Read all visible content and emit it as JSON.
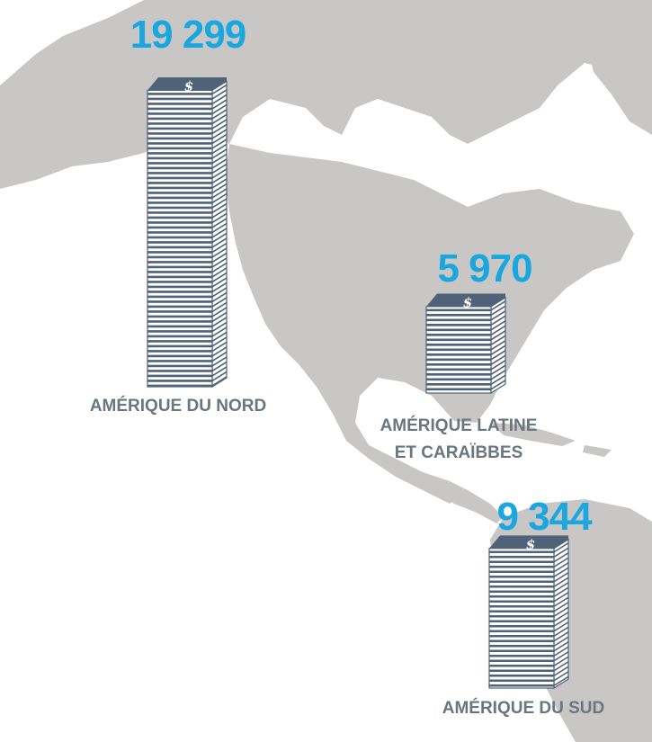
{
  "chart_data": {
    "type": "bar",
    "categories": [
      {
        "label_lines": [
          "AMÉRIQUE DU NORD"
        ]
      },
      {
        "label_lines": [
          "AMÉRIQUE LATINE",
          "ET CARAÏBBES"
        ]
      },
      {
        "label_lines": [
          "AMÉRIQUE DU SUD"
        ]
      }
    ],
    "values": [
      19299,
      5970,
      9344
    ],
    "value_labels": [
      "19 299",
      "5 970",
      "9 344"
    ],
    "bar_icon": "dollar-coin-stack-icon",
    "background": "americas-map"
  },
  "colors": {
    "value": "#1aa6df",
    "label": "#6b7580",
    "stack": "#4f6278",
    "land": "#c9c7c5"
  }
}
